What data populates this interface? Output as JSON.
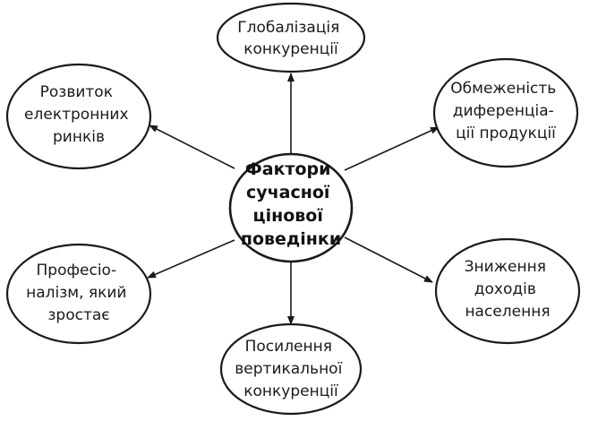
{
  "center": {
    "lines": [
      "Фактори",
      "сучасної",
      "цінової",
      "поведінки"
    ]
  },
  "nodes": [
    {
      "id": "globalization",
      "lines": [
        "Глобалізація",
        "конкуренції"
      ]
    },
    {
      "id": "limited-differentiation",
      "lines": [
        "Обмеженість",
        "диференціа-",
        "ції продукції"
      ]
    },
    {
      "id": "income-decline",
      "lines": [
        "Зниження",
        "доходів",
        "населення"
      ]
    },
    {
      "id": "vertical-competition",
      "lines": [
        "Посилення",
        "вертикальної",
        "конкуренції"
      ]
    },
    {
      "id": "growing-professionalism",
      "lines": [
        "Професіо-",
        "налізм, який",
        "зростає"
      ]
    },
    {
      "id": "electronic-markets",
      "lines": [
        "Розвиток",
        "електронних",
        "ринків"
      ]
    }
  ],
  "colors": {
    "stroke": "#1a1a1a",
    "fill": "#ffffff"
  }
}
